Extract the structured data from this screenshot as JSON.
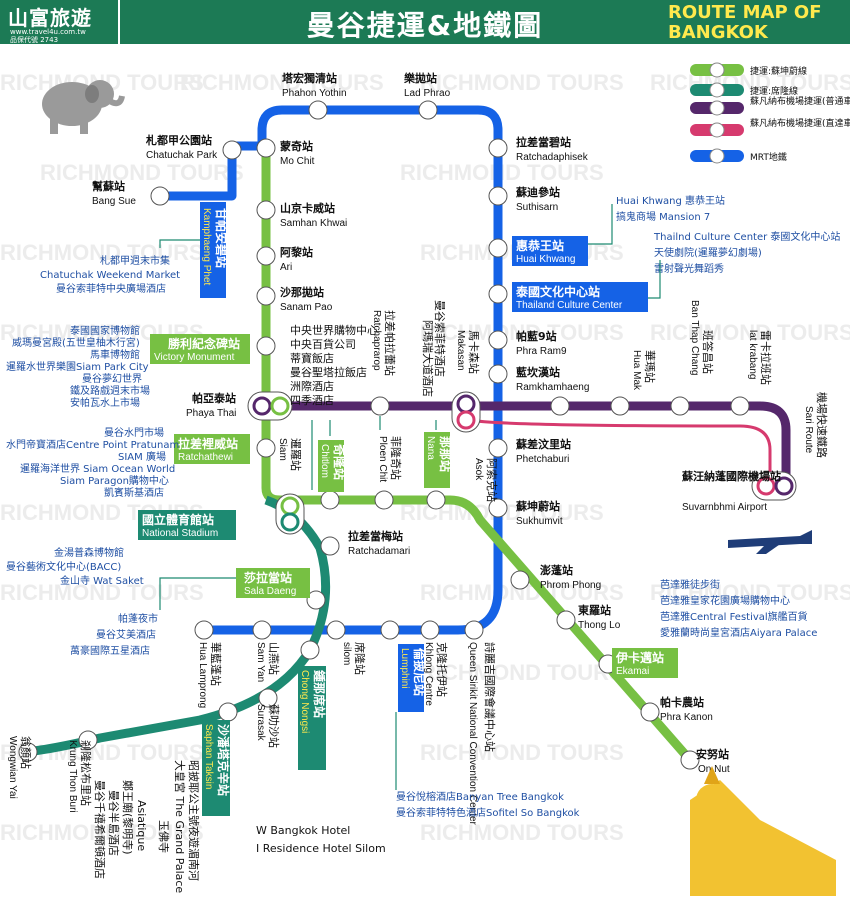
{
  "header": {
    "logo_name": "山富旅遊",
    "logo_url": "www.travel4u.com.tw",
    "logo_code": "品保代號 2743",
    "title": "曼谷捷運&地鐵圖",
    "title_en_1": "ROUTE MAP OF",
    "title_en_2": "BANGKOK",
    "watermark": "RICHMOND TOURS"
  },
  "colors": {
    "sukhumvit_line": "#77c043",
    "silom_line": "#1d8a72",
    "airport_link": "#55276b",
    "airport_express": "#d63a6e",
    "mrt_line": "#1562e6",
    "header_bg": "#1c7a55",
    "box_blue": "#1562e6",
    "box_green": "#77c043",
    "box_teal": "#1d8a72",
    "poi_text": "#1f4fa3"
  },
  "legend": [
    {
      "label": "捷運:蘇坤蔚線",
      "color": "#77c043"
    },
    {
      "label": "捷運:席隆線",
      "color": "#1d8a72"
    },
    {
      "label": "蘇凡納布機場捷運(普通車)",
      "color": "#55276b"
    },
    {
      "label": "蘇凡納布機場捷運(直達車)",
      "color": "#d63a6e"
    },
    {
      "label": "MRT地鐵",
      "color": "#1562e6"
    }
  ],
  "stations": {
    "phahon_yothin": {
      "zh": "塔宏獨清站",
      "en": "Phahon Yothin"
    },
    "lad_phrao": {
      "zh": "樂拋站",
      "en": "Lad Phrao"
    },
    "chatuchak": {
      "zh": "札都甲公園站",
      "en": "Chatuchak Park"
    },
    "mo_chit": {
      "zh": "蒙奇站",
      "en": "Mo Chit"
    },
    "ratchadaphisek": {
      "zh": "拉差當碧站",
      "en": "Ratchadaphisek"
    },
    "bang_sue": {
      "zh": "幫蘇站",
      "en": "Bang Sue"
    },
    "suthisarn": {
      "zh": "蘇迪參站",
      "en": "Suthisarn"
    },
    "samhan_khwai": {
      "zh": "山京卡威站",
      "en": "Samhan Khwai"
    },
    "huai_khwang": {
      "zh": "惠恭王站",
      "en": "Huai Khwang"
    },
    "ari": {
      "zh": "阿黎站",
      "en": "Ari"
    },
    "thailand_culture": {
      "zh": "泰國文化中心站",
      "en": "Thailand Culture Center"
    },
    "sanam_pao": {
      "zh": "沙那拋站",
      "en": "Sanam Pao"
    },
    "phra_ram9": {
      "zh": "帕藍9站",
      "en": "Phra Ram9"
    },
    "ramkhamhaeng": {
      "zh": "藍坎漢站",
      "en": "Ramkhamhaeng"
    },
    "victory": {
      "zh": "勝利紀念碑站",
      "en": "Victory Monument"
    },
    "phaya_thai": {
      "zh": "帕亞泰站",
      "en": "Phaya Thai"
    },
    "ratchaprarop": {
      "zh": "拉差帕拉蕾站",
      "en": "Ratchaprarop"
    },
    "makkasan": {
      "zh": "馬卡森站",
      "en": "Makasan"
    },
    "hua_mak": {
      "zh": "華瑪站",
      "en": "Hua Mak"
    },
    "ban_thap_chang": {
      "zh": "班答昌站",
      "en": "Ban Thap Chang"
    },
    "lat_krabang": {
      "zh": "雷卡拉班站",
      "en": "lat krabang"
    },
    "ratchathewi": {
      "zh": "拉差裡威站",
      "en": "Ratchathewi"
    },
    "siam": {
      "zh": "暹羅站",
      "en": "Siam"
    },
    "chitlom": {
      "zh": "奇隆站",
      "en": "Chitlom"
    },
    "ploen_chit": {
      "zh": "菲隆奇站",
      "en": "Ploen Chit"
    },
    "nana": {
      "zh": "那那站",
      "en": "Nana"
    },
    "asok": {
      "zh": "阿索克站",
      "en": "Asok"
    },
    "phetchaburi": {
      "zh": "蘇差汶里站",
      "en": "Phetchaburi"
    },
    "sukhumvit": {
      "zh": "蘇坤蔚站",
      "en": "Sukhumvit"
    },
    "airport": {
      "zh": "蘇汪納蓬國際機場站",
      "en": "Suvarnbhmi Airport"
    },
    "sari_route": {
      "zh": "機場快速鐵路",
      "en": "Sari Route"
    },
    "national_stadium": {
      "zh": "國立體育館站",
      "en": "National Stadium"
    },
    "ratchadamri": {
      "zh": "拉差當梅站",
      "en": "Ratchadamari"
    },
    "phrom_phong": {
      "zh": "澎蓬站",
      "en": "Phrom Phong"
    },
    "sala_daeng": {
      "zh": "莎拉當站",
      "en": "Sala Daeng"
    },
    "thong_lo": {
      "zh": "東羅站",
      "en": "Thong Lo"
    },
    "hua_lamphong": {
      "zh": "華藍蓬站",
      "en": "Hua Lamprong"
    },
    "sam_yan": {
      "zh": "山燕站",
      "en": "Sam Yan"
    },
    "silom": {
      "zh": "席隆站",
      "en": "silom"
    },
    "lumphini": {
      "zh": "倫披尼站",
      "en": "Lumphini"
    },
    "khlong_toei": {
      "zh": "克隆托伊站",
      "en": "Khlong Centre"
    },
    "qsncc": {
      "zh": "詩麗吉國際會議中心站",
      "en": "Queen Sirikit National Convention Center"
    },
    "ekamai": {
      "zh": "伊卡邁站",
      "en": "Ekamai"
    },
    "phra_khanong": {
      "zh": "帕卡農站",
      "en": "Phra Kanon"
    },
    "on_nut": {
      "zh": "安努站",
      "en": "On Nut"
    },
    "chong_nonsi": {
      "zh": "鍾那席站",
      "en": "Chong Nongsi"
    },
    "surasak": {
      "zh": "蘇叻沙站",
      "en": "Surasak"
    },
    "saphan_taksin": {
      "zh": "沙潘塔克辛站",
      "en": "Saphan Taksin"
    },
    "krung_thon_buri": {
      "zh": "剎隆松布里站",
      "en": "Krung Thon Buri"
    },
    "wongwian_yai": {
      "zh": "翁顏站",
      "en": "Wongwian Yai"
    }
  },
  "poi": {
    "kamphaeng_phet_zh": "甘帕安碧站",
    "kamphaeng_phet_en": "Kamphaeng Phet",
    "chatuchak_market": "札都甲週末市集",
    "chatuchak_weekend": "Chatuchak Weekend Market",
    "chatuchak_mall": "曼谷索菲特中央廣場酒店",
    "huai_khwang_market": "Huai Khwang 惠恭王站",
    "mansion7": "搞鬼商場 Mansion 7",
    "culture_center": "Thailnd Culture Center 泰國文化中心站",
    "siam_niramit": "天使劇院(暹羅夢幻劇場)",
    "ratchada_market": "雷射聲光舞蹈秀",
    "victory_1": "泰國國家博物館",
    "victory_2": "威瑪曼宮殿(五世皇柚木行宮)",
    "victory_3": "馬車博物館",
    "victory_4": "暹羅水世界樂園Siam Park City",
    "victory_5": "曼谷夢幻世界",
    "victory_6": "鐵及路戲週末市場",
    "victory_7": "安帕瓦水上市場",
    "siam_1": "曼谷水門市場",
    "siam_2": "水門帝寶酒店Centre Point Pratunam",
    "siam_3": "SIAM 廣場",
    "siam_4": "暹羅海洋世界 Siam Ocean World",
    "siam_5": "Siam Paragon購物中心",
    "siam_6": "凱賓斯基酒店",
    "ms_1": "中央世界購物中心",
    "ms_2": "中央百貨公司",
    "ms_3": "蒂寶飯店",
    "ms_4": "曼谷聖塔拉飯店",
    "ms_5": "洲際酒店",
    "ms_6": "四季酒店",
    "nana_1": "曼谷索菲特酒店",
    "nana_2": "阿瑪瑞大道酒店",
    "stadium_1": "金湯普森博物館",
    "stadium_2": "曼谷藝術文化中心(BACC)",
    "stadium_3": "金山寺 Wat Saket",
    "saladaeng_1": "帕蓬夜市",
    "saladaeng_2": "曼谷艾美酒店",
    "saladaeng_3": "萬豪國際五星酒店",
    "ekamai_1": "芭達雅徒步街",
    "ekamai_2": "芭達雅皇家花園廣場購物中心",
    "ekamai_3": "芭達雅Central Festival旗艦百貨",
    "ekamai_4": "愛雅蘭時尚皇宮酒店Aiyara Palace",
    "lumphini_1": "曼谷悅榕酒店Banyan Tree Bangkok",
    "lumphini_2": "曼谷索菲特特色酒店Sofitel So Bangkok",
    "w_bangkok": "W Bangkok Hotel",
    "i_residence": "I Residence Hotel Silom",
    "taksin_1": "曼谷千禧希爾頓酒店",
    "taksin_2": "曼谷半島酒店",
    "taksin_3": "鄭王廟(黎明寺)",
    "taksin_4": "Asiatique",
    "taksin_5": "玉佛寺",
    "taksin_6": "大皇宮 The Grand Palace",
    "taksin_7": "昭披耶公主號夜遊湄南河"
  }
}
